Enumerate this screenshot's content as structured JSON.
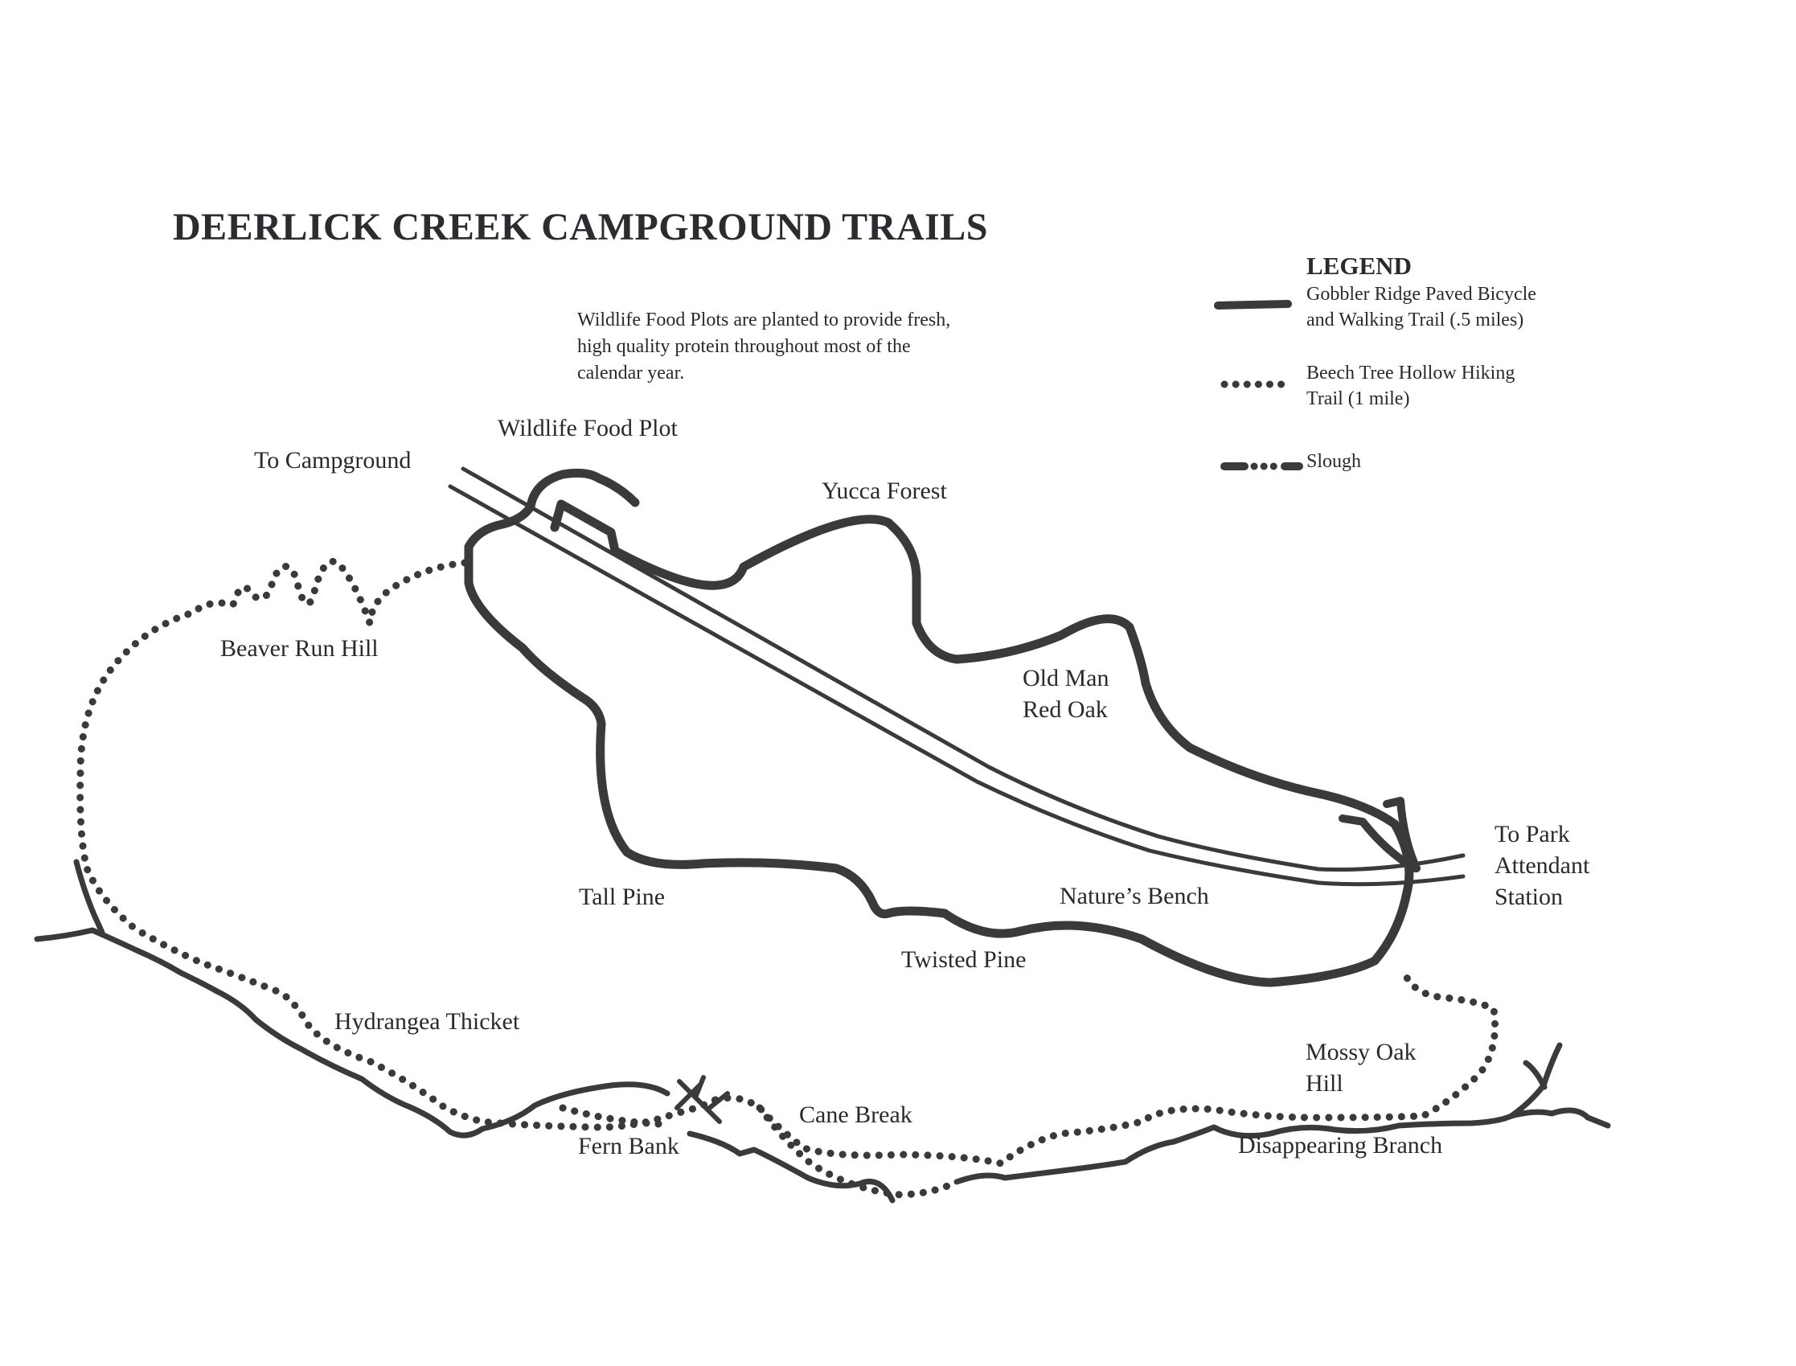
{
  "map": {
    "title": "DEERLICK CREEK CAMPGROUND TRAILS",
    "note": [
      "Wildlife Food Plots are planted to provide fresh,",
      "high quality protein throughout most of the",
      "calendar year."
    ],
    "ink_color": "#3a3a3a"
  },
  "legend": {
    "title": "LEGEND",
    "items": [
      {
        "symbol": "solid-line",
        "lines": [
          "Gobbler Ridge Paved Bicycle",
          "and Walking Trail (.5 miles)"
        ]
      },
      {
        "symbol": "dotted-line",
        "lines": [
          "Beech Tree Hollow Hiking",
          "Trail (1 mile)"
        ]
      },
      {
        "symbol": "dash-dot-line",
        "lines": [
          "Slough"
        ]
      }
    ]
  },
  "places": {
    "to_campground": "To Campground",
    "wildlife_food_plot": "Wildlife Food Plot",
    "yucca_forest": "Yucca Forest",
    "beaver_run_hill": "Beaver Run Hill",
    "old_man_red_oak": [
      "Old Man",
      "Red Oak"
    ],
    "to_park_attendant_station": [
      "To Park",
      "Attendant",
      "Station"
    ],
    "tall_pine": "Tall Pine",
    "natures_bench": "Nature’s Bench",
    "twisted_pine": "Twisted Pine",
    "hydrangea_thicket": "Hydrangea Thicket",
    "mossy_oak_hill": [
      "Mossy Oak",
      "Hill"
    ],
    "cane_break": "Cane Break",
    "fern_bank": "Fern Bank",
    "disappearing_branch": "Disappearing Branch"
  }
}
